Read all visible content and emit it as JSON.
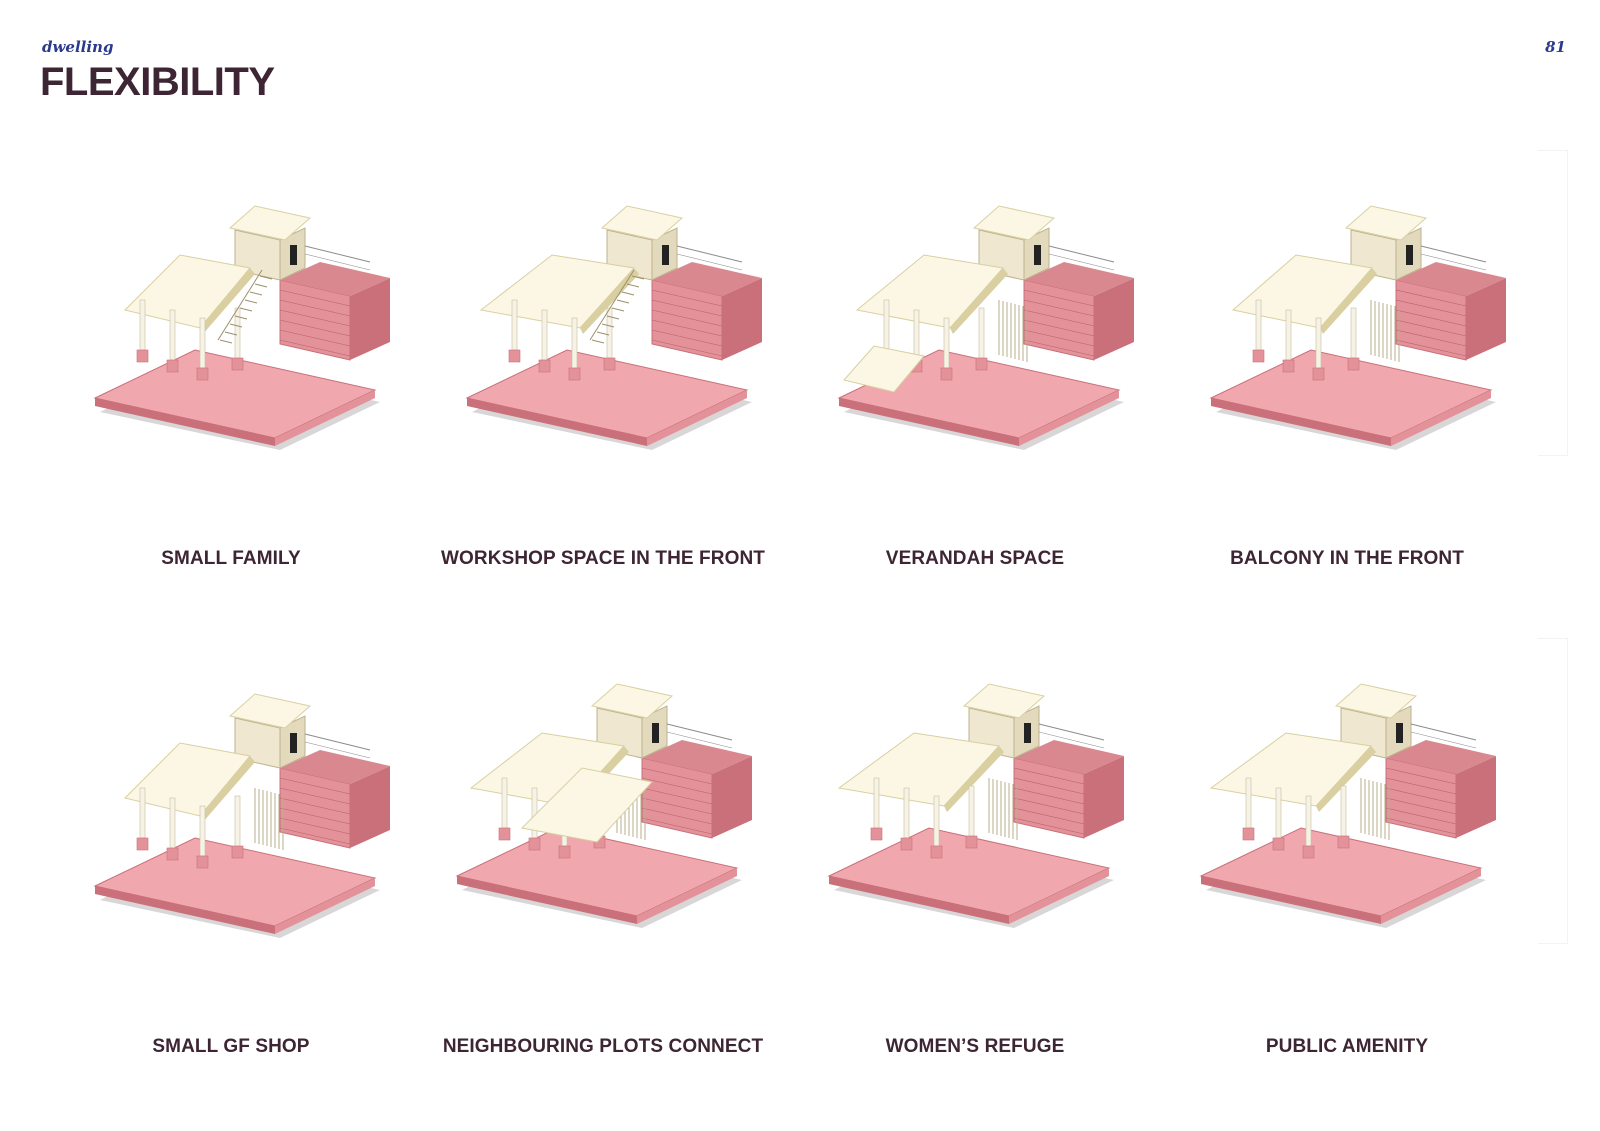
{
  "header": {
    "section": "dwelling",
    "title": "FLEXIBILITY",
    "page_number": "81"
  },
  "options": [
    {
      "label": "SMALL FAMILY"
    },
    {
      "label": "WORKSHOP SPACE IN THE FRONT"
    },
    {
      "label": "VERANDAH SPACE"
    },
    {
      "label": "BALCONY IN THE FRONT"
    },
    {
      "label": "SMALL GF SHOP"
    },
    {
      "label": "NEIGHBOURING PLOTS CONNECT"
    },
    {
      "label": "WOMEN’S REFUGE"
    },
    {
      "label": "PUBLIC AMENITY"
    }
  ],
  "colors": {
    "brick": "#e3929a",
    "brick_dark": "#c9707a",
    "plinth": "#f0a8ae",
    "roof": "#fbf7e4",
    "roof_edge": "#d9cfa0",
    "frame": "#efe7cf",
    "ink": "#3d2533",
    "tag": "#2b3a8c"
  }
}
